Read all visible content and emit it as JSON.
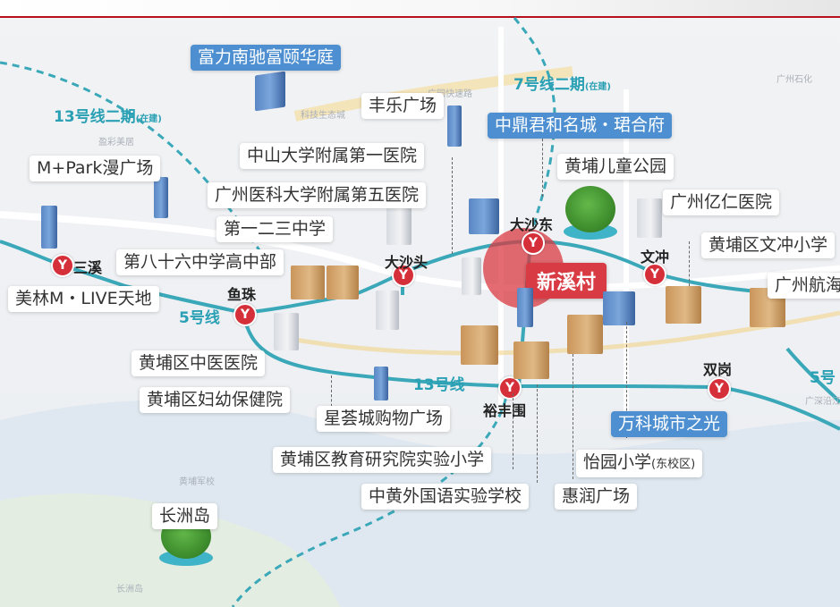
{
  "colors": {
    "metro_line": "#3aa8b8",
    "dashed_line": "#3aa8b8",
    "highlight": "#d83b43",
    "label_blue": "#4d8fd0"
  },
  "lines": {
    "line13_phase2": {
      "name": "13号线二期",
      "note": "(在建)"
    },
    "line7_phase2": {
      "name": "7号线二期",
      "note": "(在建)"
    },
    "line5": {
      "name": "5号线"
    },
    "line13": {
      "name": "13号线"
    },
    "line5_right": {
      "name": "5号"
    }
  },
  "stations": {
    "sanxi": "三溪",
    "yuzhu": "鱼珠",
    "dashatou": "大沙头",
    "dashadong": "大沙东",
    "wenchong": "文冲",
    "yufengwei": "裕丰围",
    "shuanggang": "双岗"
  },
  "highlight": {
    "name": "新溪村"
  },
  "labels": {
    "fuli": "富力南驰富颐华庭",
    "fengle": "丰乐广场",
    "zhongding": "中鼎君和名城・珺合府",
    "mpark": "M+Park漫广场",
    "zhongshan": "中山大学附属第一医院",
    "huangpu_kids_park": "黄埔儿童公园",
    "gzmed5": "广州医科大学附属第五医院",
    "yiren": "广州亿仁医院",
    "school123": "第一二三中学",
    "wenchong_school": "黄埔区文冲小学",
    "school86": "第八十六中学高中部",
    "gz_hang": "广州航海",
    "meilin": "美林M・LIVE天地",
    "zhongyi": "黄埔区中医医院",
    "fuyou": "黄埔区妇幼保健院",
    "xinghui": "星荟城购物广场",
    "vanke": "万科城市之光",
    "jiaoyu": "黄埔区教育研究院实验小学",
    "yiyuan_main": "怡园小学",
    "yiyuan_sub": "(东校区)",
    "zhonghuang": "中黄外国语实验学校",
    "huirun": "惠润广场",
    "changzhou": "长洲岛"
  },
  "poi": {
    "guangyuan": "广园快速路",
    "jinxing": "盈彩美居",
    "guangzhou_shihua": "广州石化",
    "keji": "科技生态城",
    "changzhou_road": "长洲岛",
    "huangpu_school": "黄埔军校",
    "dongjiang": "广深沿江"
  }
}
